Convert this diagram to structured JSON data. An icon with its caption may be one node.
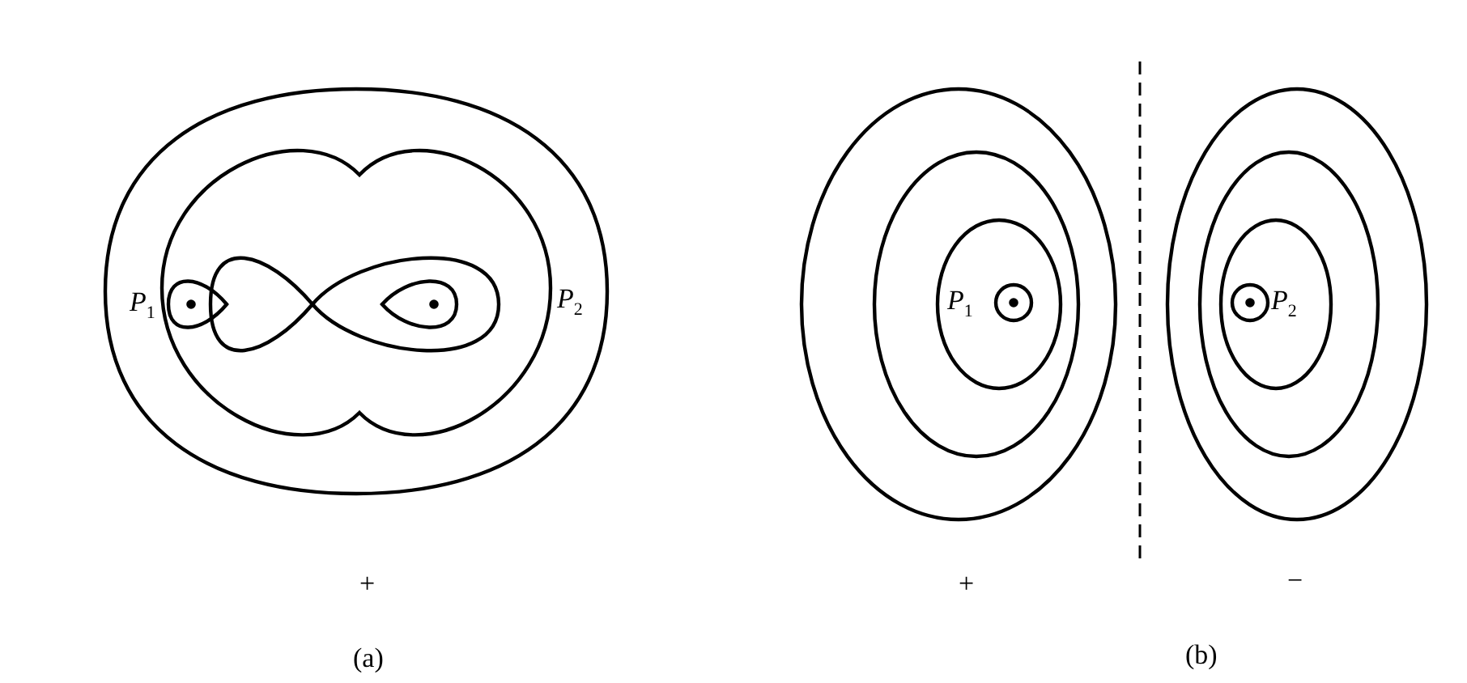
{
  "diagram": {
    "labels": [
      "*P*$_{1}$",
      "*P*$_{2}$",
      "+",
      "(a)",
      "*P*$_{1}$",
      "*P*$_{2}$",
      "+",
      "−",
      "(b)"
    ]
  }
}
